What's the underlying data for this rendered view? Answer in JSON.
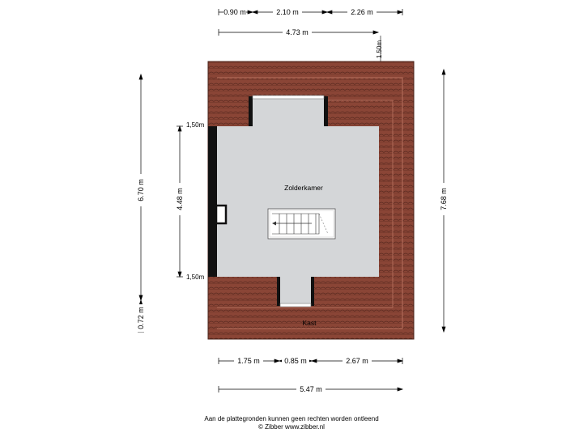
{
  "dimensions": {
    "top_row": [
      "0.90 m",
      "2.10 m",
      "2.26 m"
    ],
    "top_total": "4.73 m",
    "top_height": "1.50m",
    "left_outer": "6.70 m",
    "left_inner": "4.48 m",
    "left_bottom": "0.72 m",
    "right_total": "7.68 m",
    "knee_top": "1,50m",
    "knee_bottom": "1,50m",
    "bottom_row": [
      "1.75 m",
      "0.85 m",
      "2.67 m"
    ],
    "bottom_total": "5.47 m"
  },
  "rooms": {
    "main": "Zolderkamer",
    "storage": "Kast"
  },
  "colors": {
    "roof": "#8a4536",
    "roof_dark": "#6b3226",
    "floor": "#d4d6d8",
    "wall": "#111111"
  },
  "footer": {
    "line1": "Aan de plattegronden kunnen geen rechten worden ontleend",
    "line2": "© Zibber www.zibber.nl"
  }
}
